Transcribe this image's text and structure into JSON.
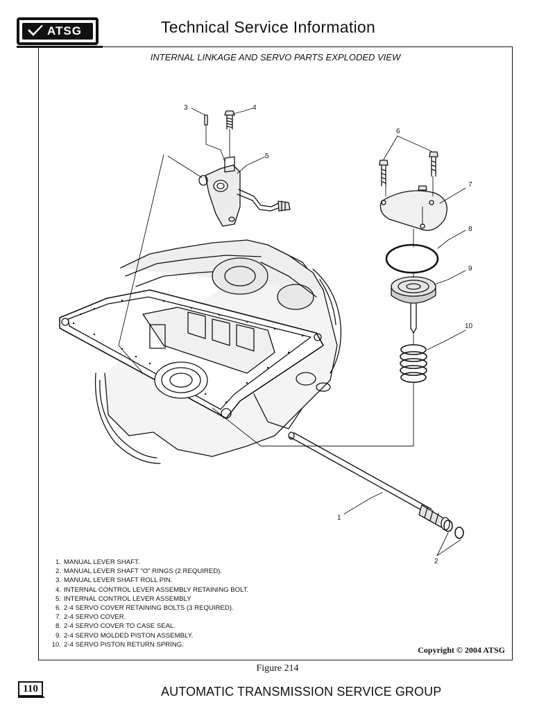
{
  "header": {
    "logo_text": "ATSG",
    "title": "Technical Service Information"
  },
  "figure": {
    "title": "INTERNAL LINKAGE AND SERVO PARTS EXPLODED VIEW",
    "callouts": [
      "1",
      "2",
      "3",
      "4",
      "5",
      "6",
      "7",
      "8",
      "9",
      "10"
    ],
    "legend": [
      {
        "num": "1.",
        "text": "MANUAL LEVER SHAFT."
      },
      {
        "num": "2.",
        "text": "MANUAL LEVER SHAFT \"O\" RINGS  (2 REQUIRED)."
      },
      {
        "num": "3.",
        "text": "MANUAL LEVER SHAFT ROLL PIN."
      },
      {
        "num": "4.",
        "text": "INTERNAL CONTROL LEVER ASSEMBLY RETAINING BOLT."
      },
      {
        "num": "5.",
        "text": "INTERNAL CONTROL LEVER ASSEMBLY"
      },
      {
        "num": "6.",
        "text": "2-4 SERVO COVER RETAINING BOLTS  (3 REQUIRED)."
      },
      {
        "num": "7.",
        "text": "2-4 SERVO COVER."
      },
      {
        "num": "8.",
        "text": "2-4 SERVO COVER TO CASE SEAL."
      },
      {
        "num": "9.",
        "text": "2-4 SERVO MOLDED PISTON ASSEMBLY."
      },
      {
        "num": "10.",
        "text": "2-4 SERVO PISTON RETURN SPRING."
      }
    ],
    "copyright": "Copyright © 2004 ATSG",
    "caption": "Figure 214"
  },
  "footer": {
    "page_number": "110",
    "text": "AUTOMATIC TRANSMISSION SERVICE GROUP"
  }
}
